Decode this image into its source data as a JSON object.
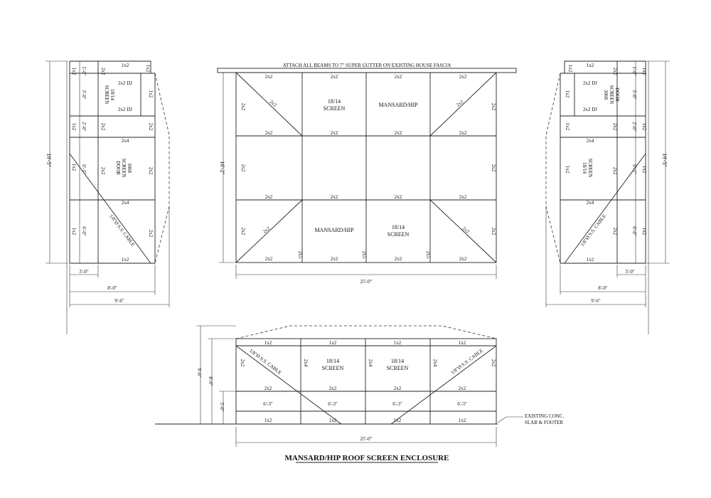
{
  "title": "MANSARD/HIP ROOF SCREEN ENCLOSURE",
  "top_plan": {
    "note": "ATTACH ALL BEAMS TO 7\" SUPER GUTTER ON EXISTING HOUSE FASCIA",
    "member_2x2": "2x2",
    "member_2x5": "2x5",
    "screen_top": "18/14",
    "screen_bottom": "SCREEN",
    "mansard": "MANSARD/HIP",
    "depth": "16'-2\"",
    "width": "25'-0\""
  },
  "left_side": {
    "m_1x2": "1x2",
    "m_2x2": "2x2",
    "m_2x2dj": "2x2 DJ",
    "m_2x4": "2x4",
    "screen": "18/14",
    "screen_word": "SCREEN",
    "door_num": "3068",
    "door_w1": "SCREEN",
    "door_w2": "DOOR",
    "dim_top": "1'-0\"",
    "dim_mid": "3'-0\"",
    "dim_b1": "2'-0\"",
    "dim_b2": "6'-1\"",
    "dim_b3": "6'-0\"",
    "overall": "19'-5\"",
    "cable": "1/8\"Ø S.S. CABLE",
    "w1": "3'-0\"",
    "w2": "8'-0\"",
    "w3": "9'-6\""
  },
  "right_side": {
    "m_1x2": "1x2",
    "m_2x2": "2x2",
    "m_2x2dj": "2x2 DJ",
    "m_2x4": "2x4",
    "screen": "18/14",
    "screen_word": "SCREEN",
    "door_num": "3068",
    "door_w1": "SCREEN",
    "door_w2": "DOOR",
    "dim_top": "1'-0\"",
    "dim_mid": "3'-0\"",
    "dim_b1": "2'-0\"",
    "dim_b2": "6'-1\"",
    "dim_b3": "6'-0\"",
    "overall": "19'-5\"",
    "cable": "1/8\"Ø S.S. CABLE",
    "w1": "3'-0\"",
    "w2": "8'-0\"",
    "w3": "9'-6\""
  },
  "front_elev": {
    "m_1x2": "1x2",
    "m_2x2": "2x2",
    "m_2x4": "2x4",
    "screen": "18/14",
    "screen_word": "SCREEN",
    "bay": "6'-3\"",
    "cable": "1/8\"Ø S.S. CABLE",
    "h_total": "9'-6\"",
    "h_wall": "8'-0\"",
    "h_low": "3'-0\"",
    "width": "25'-0\"",
    "note1": "EXISTING CONC.",
    "note2": "SLAB & FOOTER"
  }
}
